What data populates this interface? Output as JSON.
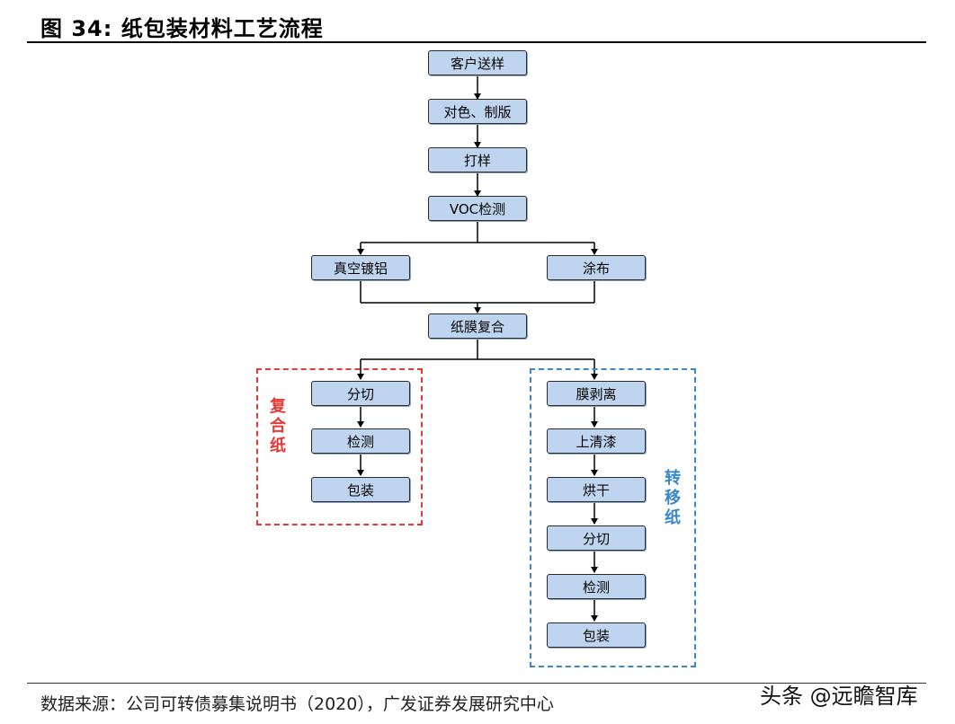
{
  "title": "图 34:  纸包装材料工艺流程",
  "source": "数据来源：公司可转债募集说明书（2020），广发证券发展研究中心",
  "watermark": "头条 @远瞻智库",
  "nodes": {
    "customer_sample": "客户送样",
    "color_plate": "对色、制版",
    "proof": "打样",
    "voc": "VOC检测",
    "vacuum": "真空镀铝",
    "coating": "涂布",
    "laminate": "纸膜复合",
    "c_cut": "分切",
    "c_inspect": "检测",
    "c_pack": "包装",
    "t_peel": "膜剥离",
    "t_varnish": "上清漆",
    "t_dry": "烘干",
    "t_cut": "分切",
    "t_inspect": "检测",
    "t_pack": "包装"
  },
  "groups": {
    "composite_label": "复\n合\n纸",
    "transfer_label": "转\n移\n纸",
    "composite_color": "#e53935",
    "transfer_color": "#3a87c9"
  }
}
